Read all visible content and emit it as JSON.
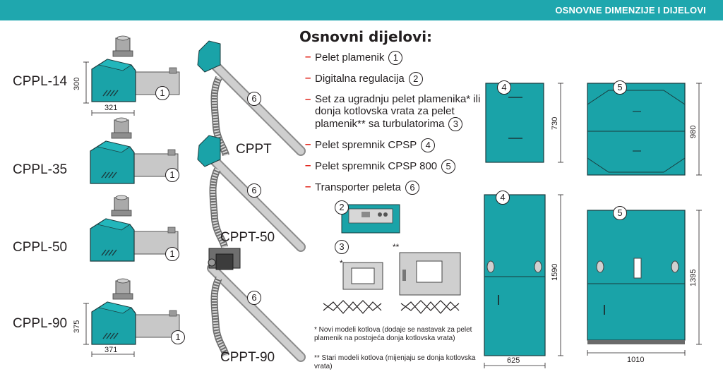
{
  "banner": {
    "title": "OSNOVNE DIMENZIJE I DIJELOVI"
  },
  "burners": [
    {
      "name": "CPPL-14",
      "height": "300",
      "width": "321",
      "part": "1"
    },
    {
      "name": "CPPL-35",
      "part": "1"
    },
    {
      "name": "CPPL-50",
      "part": "1"
    },
    {
      "name": "CPPL-90",
      "height": "375",
      "width": "371",
      "part": "1"
    }
  ],
  "transporters": [
    {
      "name": "CPPT",
      "part": "6"
    },
    {
      "name": "CPPT-50",
      "part": "6"
    },
    {
      "name": "CPPT-90",
      "part": "6"
    }
  ],
  "heading": "Osnovni dijelovi:",
  "parts": [
    {
      "text": "Pelet plamenik",
      "num": "1"
    },
    {
      "text": "Digitalna regulacija",
      "num": "2"
    },
    {
      "text": "Set za ugradnju pelet plamenika* ili donja kotlovska vrata za pelet plamenik** sa turbulatorima",
      "num": "3"
    },
    {
      "text": "Pelet spremnik CPSP",
      "num": "4"
    },
    {
      "text": "Pelet spremnik CPSP 800",
      "num": "5"
    },
    {
      "text": "Transporter peleta",
      "num": "6"
    }
  ],
  "illustrations": {
    "regulation_num": "2",
    "set_num": "3",
    "star_single": "*",
    "star_double": "**"
  },
  "footnotes": [
    "* Novi modeli kotlova (dodaje se nastavak za pelet plamenik na postojeća donja kotlovska vrata)",
    "** Stari modeli kotlova (mijenjaju se donja kotlovska vrata)"
  ],
  "tanks": {
    "cpsp_top": {
      "num": "4",
      "height": "730"
    },
    "cpsp800_top": {
      "num": "5",
      "height": "980"
    },
    "cpsp_front": {
      "num": "4",
      "height": "1590",
      "width": "625"
    },
    "cpsp800_front": {
      "num": "5",
      "height": "1395",
      "width": "1010"
    }
  },
  "colors": {
    "banner": "#1fa7ae",
    "teal": "#1aa3a8",
    "red_dash": "#e2231a",
    "grey_metal": "#bdbdbd"
  }
}
